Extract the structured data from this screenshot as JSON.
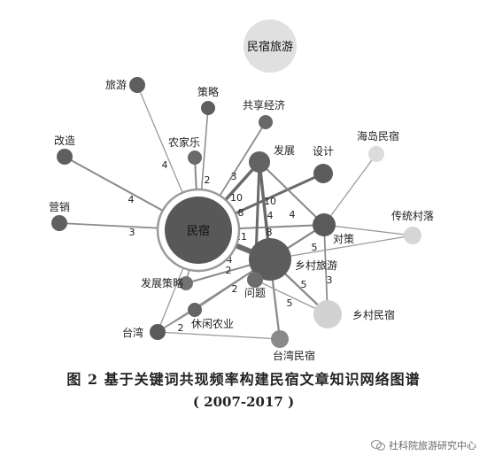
{
  "figure": {
    "title": "图 2   基于关键词共现频率构建民宿文章知识网络图谱",
    "years": "( 2007-2017 )",
    "watermark": "社科院旅游研究中心"
  },
  "nodes": [
    {
      "id": "minsu_lvyou",
      "label": "民宿旅游",
      "color": "#e0e0e0",
      "inside": true
    },
    {
      "id": "minsu",
      "label": "民宿",
      "color": "#585858",
      "inside": true
    },
    {
      "id": "lvyou",
      "label": "旅游",
      "color": "#5e5e5e"
    },
    {
      "id": "celue",
      "label": "策略",
      "color": "#5e5e5e"
    },
    {
      "id": "gongxiang",
      "label": "共享经济",
      "color": "#686868"
    },
    {
      "id": "gaizao",
      "label": "改造",
      "color": "#5e5e5e"
    },
    {
      "id": "nongjiale",
      "label": "农家乐",
      "color": "#6a6a6a"
    },
    {
      "id": "fazhan",
      "label": "发展",
      "color": "#626262"
    },
    {
      "id": "sheji",
      "label": "设计",
      "color": "#5c5c5c"
    },
    {
      "id": "haidao",
      "label": "海岛民宿",
      "color": "#dcdcdc"
    },
    {
      "id": "yingxiao",
      "label": "营销",
      "color": "#606060"
    },
    {
      "id": "duice",
      "label": "对策",
      "color": "#5a5a5a"
    },
    {
      "id": "chuantong",
      "label": "传统村落",
      "color": "#d6d6d6"
    },
    {
      "id": "xiangcun_lvyou",
      "label": "乡村旅游",
      "color": "#5c5c5c"
    },
    {
      "id": "fazhan_celue",
      "label": "发展策略",
      "color": "#727272"
    },
    {
      "id": "wenti",
      "label": "问题",
      "color": "#6c6c6c"
    },
    {
      "id": "xiuxian",
      "label": "休闲农业",
      "color": "#646464"
    },
    {
      "id": "taiwan",
      "label": "台湾",
      "color": "#5a5a5a"
    },
    {
      "id": "taiwan_minsu",
      "label": "台湾民宿",
      "color": "#8a8a8a"
    },
    {
      "id": "xiangcun_minsu",
      "label": "乡村民宿",
      "color": "#d2d2d2"
    }
  ],
  "edges": [
    {
      "source": "minsu",
      "target": "lvyou",
      "weight": ""
    },
    {
      "source": "minsu",
      "target": "celue",
      "weight": "2"
    },
    {
      "source": "minsu",
      "target": "gaizao",
      "weight": "4"
    },
    {
      "source": "minsu",
      "target": "nongjiale",
      "weight": "4"
    },
    {
      "source": "minsu",
      "target": "gongxiang",
      "weight": "3"
    },
    {
      "source": "minsu",
      "target": "fazhan",
      "weight": "10"
    },
    {
      "source": "minsu",
      "target": "sheji",
      "weight": "8"
    },
    {
      "source": "minsu",
      "target": "yingxiao",
      "weight": "3"
    },
    {
      "source": "minsu",
      "target": "duice",
      "weight": "4"
    },
    {
      "source": "minsu",
      "target": "xiangcun_lvyou",
      "weight": "21"
    },
    {
      "source": "minsu",
      "target": "fazhan_celue",
      "weight": "2"
    },
    {
      "source": "minsu",
      "target": "taiwan",
      "weight": ""
    },
    {
      "source": "fazhan",
      "target": "xiangcun_lvyou",
      "weight": "10"
    },
    {
      "source": "fazhan",
      "target": "duice",
      "weight": "4"
    },
    {
      "source": "fazhan",
      "target": "wenti",
      "weight": "8"
    },
    {
      "source": "duice",
      "target": "haidao",
      "weight": ""
    },
    {
      "source": "duice",
      "target": "chuantong",
      "weight": ""
    },
    {
      "source": "duice",
      "target": "xiangcun_lvyou",
      "weight": "5"
    },
    {
      "source": "duice",
      "target": "xiangcun_minsu",
      "weight": "3"
    },
    {
      "source": "xiangcun_lvyou",
      "target": "xiangcun_minsu",
      "weight": "5"
    },
    {
      "source": "xiangcun_lvyou",
      "target": "taiwan_minsu",
      "weight": "5"
    },
    {
      "source": "xiangcun_lvyou",
      "target": "wenti",
      "weight": "2"
    },
    {
      "source": "xiangcun_lvyou",
      "target": "fazhan_celue",
      "weight": "4"
    },
    {
      "source": "xiangcun_lvyou",
      "target": "xiuxian",
      "weight": "2"
    },
    {
      "source": "xiangcun_lvyou",
      "target": "taiwan",
      "weight": "2"
    },
    {
      "source": "xiangcun_lvyou",
      "target": "chuantong",
      "weight": ""
    },
    {
      "source": "wenti",
      "target": "xiangcun_minsu",
      "weight": ""
    },
    {
      "source": "xiuxian",
      "target": "taiwan",
      "weight": ""
    },
    {
      "source": "taiwan",
      "target": "taiwan_minsu",
      "weight": ""
    }
  ]
}
